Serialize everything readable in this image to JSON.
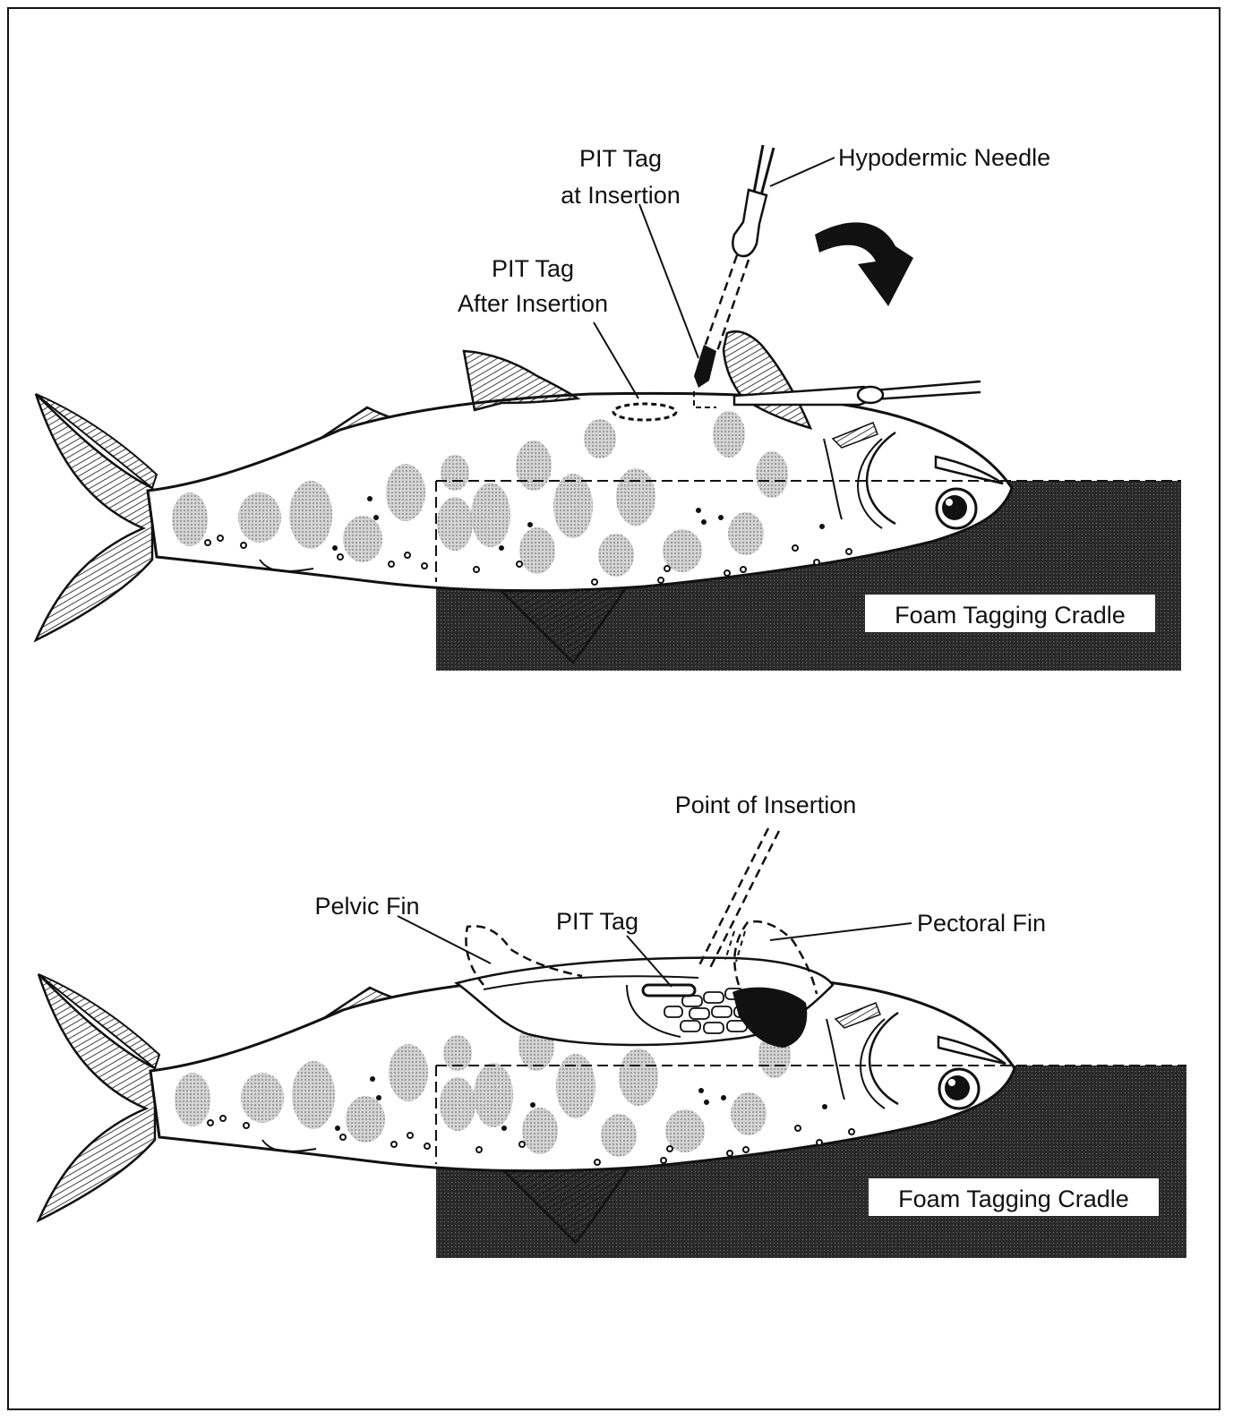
{
  "top_panel": {
    "labels": {
      "hypodermic_needle": "Hypodermic Needle",
      "pit_tag_at_insertion_line1": "PIT Tag",
      "pit_tag_at_insertion_line2": "at Insertion",
      "pit_tag_after_insertion_line1": "PIT Tag",
      "pit_tag_after_insertion_line2": "After Insertion",
      "cradle": "Foam Tagging Cradle"
    }
  },
  "bottom_panel": {
    "labels": {
      "point_of_insertion": "Point of Insertion",
      "pelvic_fin": "Pelvic Fin",
      "pit_tag": "PIT Tag",
      "pectoral_fin": "Pectoral Fin",
      "cradle": "Foam Tagging Cradle"
    }
  },
  "colors": {
    "ink": "#111111",
    "spot": "#bdbdbd",
    "cradle": "#2a2a2a",
    "background": "#ffffff"
  }
}
